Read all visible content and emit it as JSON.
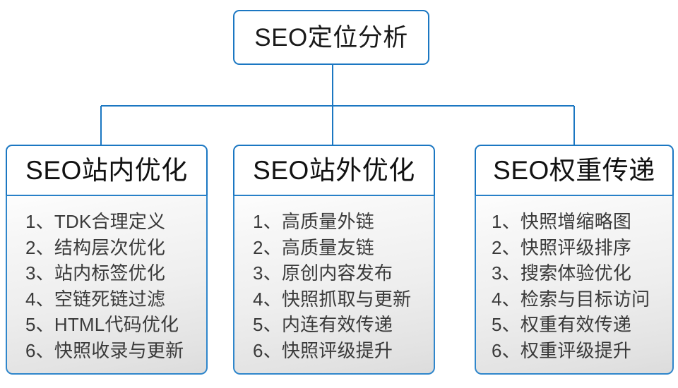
{
  "diagram": {
    "type": "tree",
    "root": {
      "title": "SEO定位分析"
    },
    "branches": [
      {
        "title": "SEO站内优化",
        "items": [
          {
            "index": "1、",
            "text": "TDK合理定义"
          },
          {
            "index": "2、",
            "text": "结构层次优化"
          },
          {
            "index": "3、",
            "text": "站内标签优化"
          },
          {
            "index": "4、",
            "text": "空链死链过滤"
          },
          {
            "index": "5、",
            "text": "HTML代码优化"
          },
          {
            "index": "6、",
            "text": "快照收录与更新"
          }
        ]
      },
      {
        "title": "SEO站外优化",
        "items": [
          {
            "index": "1、",
            "text": "高质量外链"
          },
          {
            "index": "2、",
            "text": "高质量友链"
          },
          {
            "index": "3、",
            "text": "原创内容发布"
          },
          {
            "index": "4、",
            "text": "快照抓取与更新"
          },
          {
            "index": "5、",
            "text": "内连有效传递"
          },
          {
            "index": "6、",
            "text": "快照评级提升"
          }
        ]
      },
      {
        "title": "SEO权重传递",
        "items": [
          {
            "index": "1、",
            "text": "快照增缩略图"
          },
          {
            "index": "2、",
            "text": "快照评级排序"
          },
          {
            "index": "3、",
            "text": "搜索体验优化"
          },
          {
            "index": "4、",
            "text": "检索与目标访问"
          },
          {
            "index": "5、",
            "text": "权重有效传递"
          },
          {
            "index": "6、",
            "text": "权重评级提升"
          }
        ]
      }
    ],
    "colors": {
      "connector": "#1b77c2",
      "root_border": "#1b77c2",
      "branch_border": "#2f86cb",
      "panel_fill_top": "#fdfdfd",
      "panel_fill_bottom": "#dcdcdc",
      "text": "#3a3a3a",
      "background": "#ffffff"
    }
  }
}
